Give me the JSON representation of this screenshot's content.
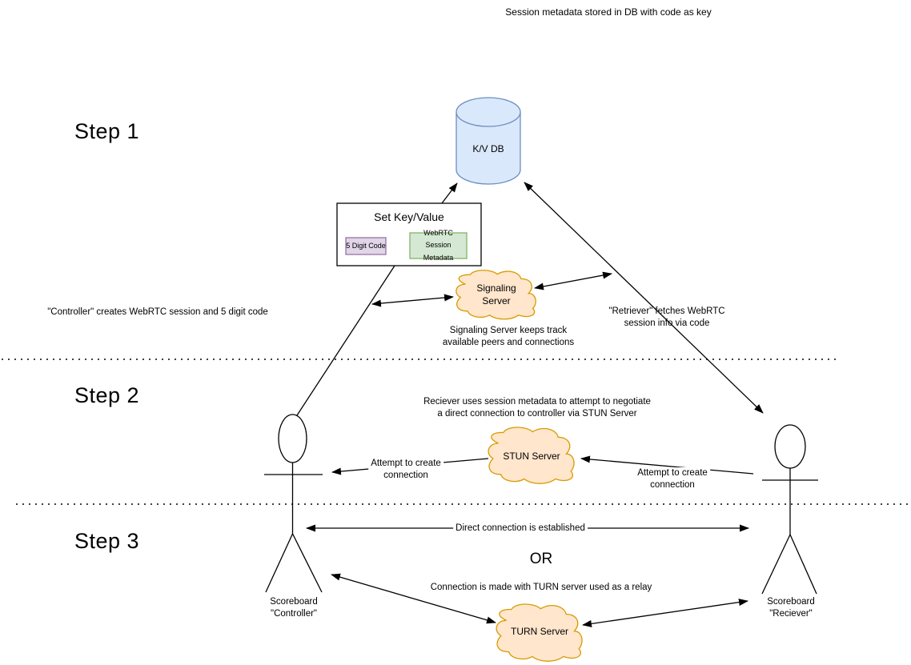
{
  "notes": {
    "db_note": "Session metadata stored in DB with code as key",
    "controller_creates": "\"Controller\" creates WebRTC session and 5 digit code",
    "retriever_fetches": "\"Retriever\" fetches WebRTC\nsession info via code",
    "signaling_keeps_track": "Signaling Server keeps track\navailable peers and connections",
    "reciever_negotiate": "Reciever uses session metadata to attempt to negotiate\na direct connection to controller via STUN Server",
    "attempt_left": "Attempt to create\nconnection",
    "attempt_right": "Attempt to create\nconnection",
    "direct_connection": "Direct connection is established",
    "or_label": "OR",
    "turn_relay": "Connection is made with TURN server used as a relay"
  },
  "steps": {
    "step1": "Step 1",
    "step2": "Step 2",
    "step3": "Step 3"
  },
  "nodes": {
    "kv_db": "K/V DB",
    "set_key_value": "Set Key/Value",
    "five_digit_code": "5 Digit Code",
    "webrtc_metadata": "WebRTC Session\nMetadata",
    "signaling_server": "Signaling\nServer",
    "stun_server": "STUN Server",
    "turn_server": "TURN Server",
    "actor_controller": "Scoreboard\n\"Controller\"",
    "actor_reciever": "Scoreboard\n\"Reciever\""
  },
  "colors": {
    "db_fill": "#dae8fc",
    "db_stroke": "#6c8ebf",
    "code_fill": "#e1d5e7",
    "code_stroke": "#9673a6",
    "metadata_fill": "#d5e8d4",
    "metadata_stroke": "#82b366",
    "cloud_fill": "#ffe6cc",
    "cloud_stroke": "#d79b00",
    "line": "#000000"
  }
}
